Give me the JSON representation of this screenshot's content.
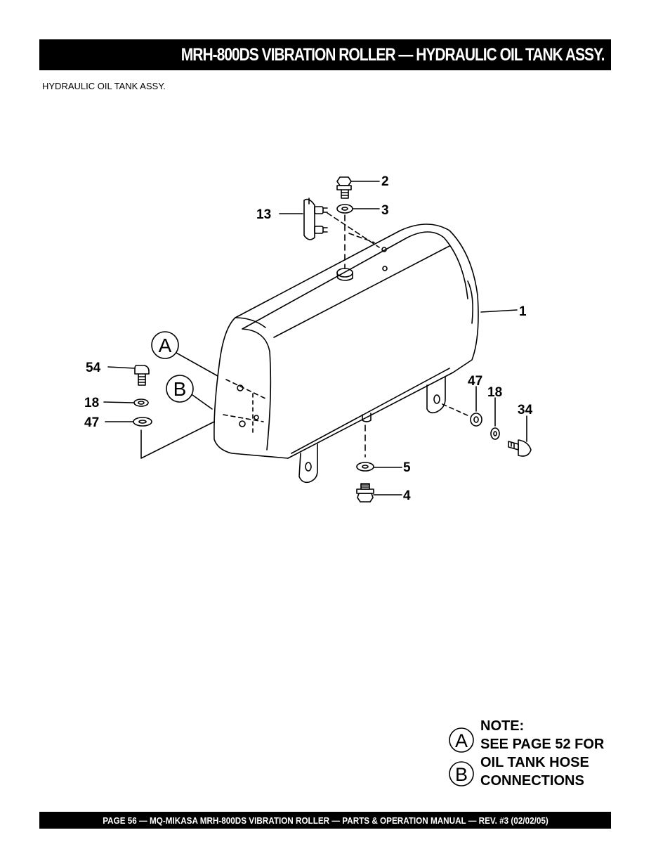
{
  "header": {
    "title": "MRH-800DS VIBRATION ROLLER — HYDRAULIC OIL TANK ASSY."
  },
  "section": {
    "subtitle": "HYDRAULIC OIL TANK  ASSY."
  },
  "diagram": {
    "callouts": {
      "p1": "1",
      "p2": "2",
      "p3": "3",
      "p4": "4",
      "p5": "5",
      "p13": "13",
      "p18a": "18",
      "p18b": "18",
      "p34": "34",
      "p47a": "47",
      "p47b": "47",
      "p54": "54"
    },
    "circle_labels": {
      "a": "A",
      "b": "B"
    }
  },
  "note": {
    "heading": "NOTE:",
    "line1": "SEE PAGE 52 FOR",
    "line2": "OIL TANK HOSE",
    "line3": "CONNECTIONS",
    "circle_a": "A",
    "circle_b": "B"
  },
  "footer": {
    "text": "PAGE 56 — MQ-MIKASA MRH-800DS VIBRATION ROLLER — PARTS & OPERATION MANUAL — REV. #3 (02/02/05)"
  }
}
